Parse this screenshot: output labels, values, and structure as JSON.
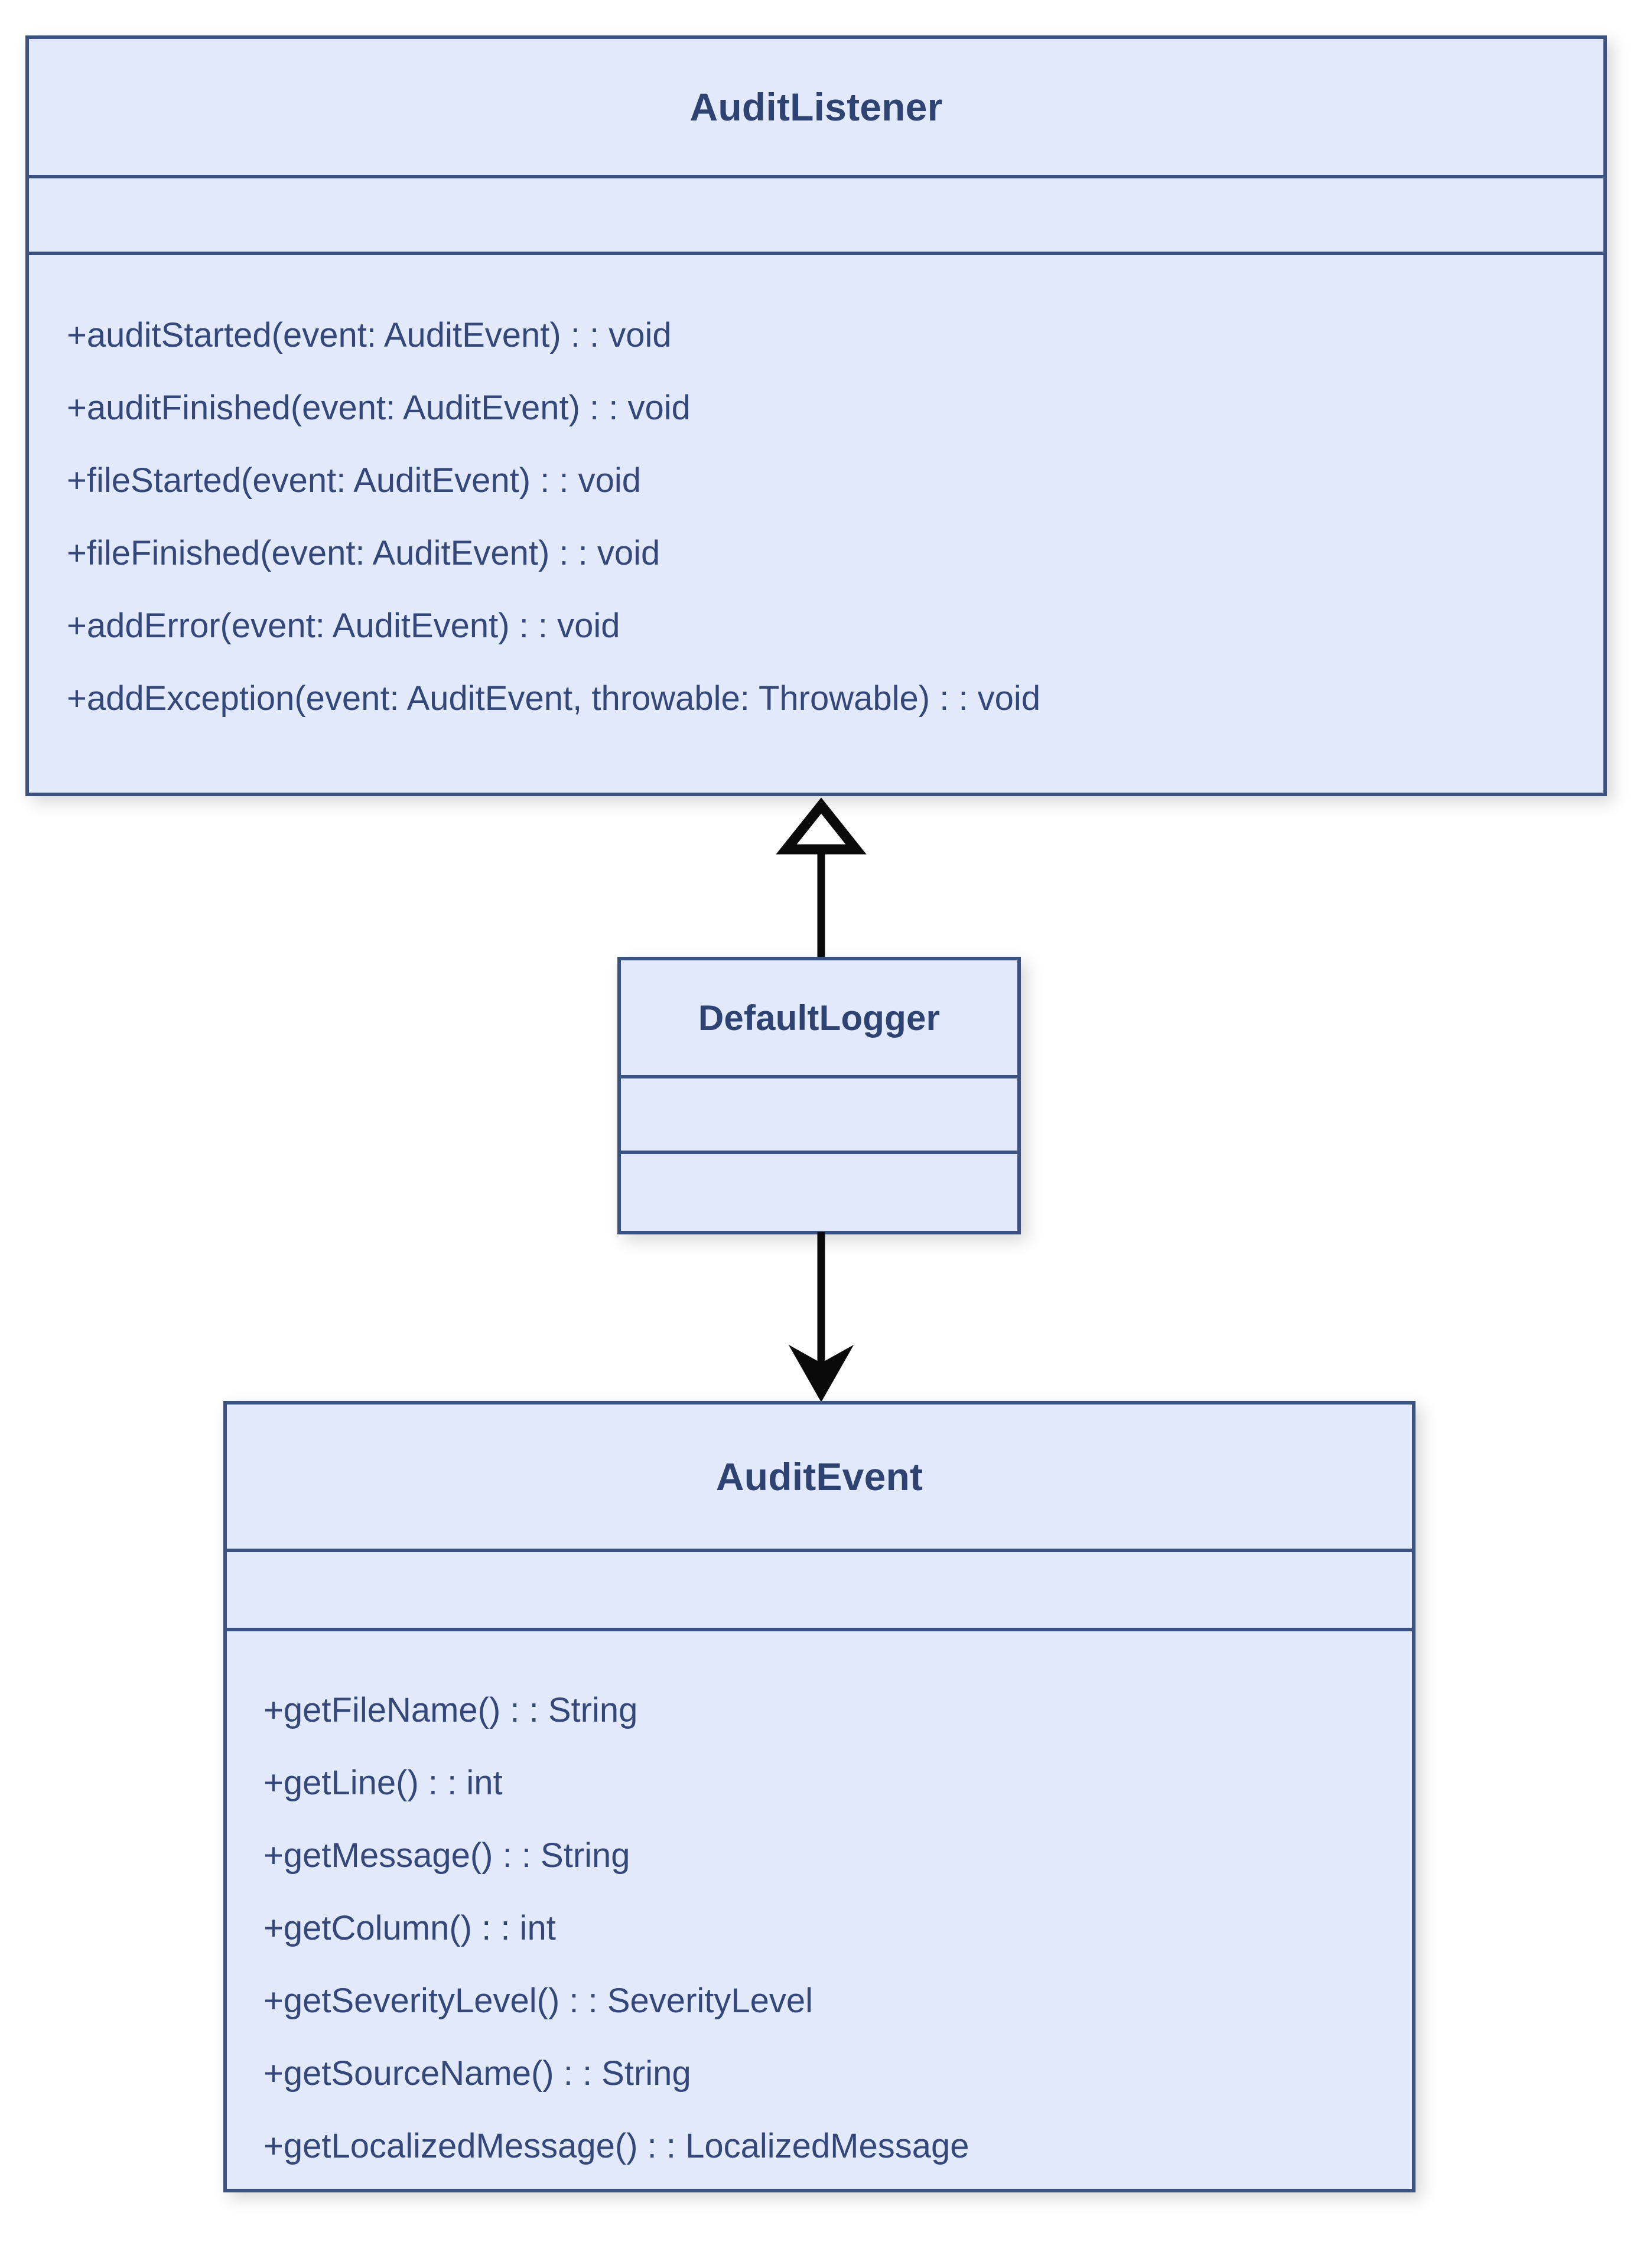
{
  "diagram": {
    "type": "uml-class-diagram",
    "background_color": "#ffffff",
    "box_fill_color": "#e2e9fa",
    "box_border_color": "#3b5180",
    "text_color": "#33477a",
    "connector_color": "#0a0a0a"
  },
  "classes": [
    {
      "key": "auditlistener",
      "name": "AuditListener",
      "attributes": [],
      "methods": [
        "+auditStarted(event: AuditEvent) : : void",
        "+auditFinished(event: AuditEvent) : : void",
        "+fileStarted(event: AuditEvent) : : void",
        "+fileFinished(event: AuditEvent) : : void",
        "+addError(event: AuditEvent) : : void",
        "+addException(event: AuditEvent, throwable: Throwable) : : void"
      ]
    },
    {
      "key": "defaultlogger",
      "name": "DefaultLogger",
      "attributes": [],
      "methods": []
    },
    {
      "key": "auditevent",
      "name": "AuditEvent",
      "attributes": [],
      "methods": [
        "+getFileName() : : String",
        "+getLine() : : int",
        "+getMessage() : : String",
        "+getColumn() : : int",
        "+getSeverityLevel() : : SeverityLevel",
        "+getSourceName() : : String",
        "+getLocalizedMessage() : : LocalizedMessage"
      ]
    }
  ],
  "connectors": [
    {
      "key": "realization",
      "from": "DefaultLogger",
      "to": "AuditListener",
      "arrow": "hollow-triangle",
      "direction": "up",
      "line": "solid"
    },
    {
      "key": "dependency",
      "from": "DefaultLogger",
      "to": "AuditEvent",
      "arrow": "filled-arrow",
      "direction": "down",
      "line": "solid"
    }
  ]
}
